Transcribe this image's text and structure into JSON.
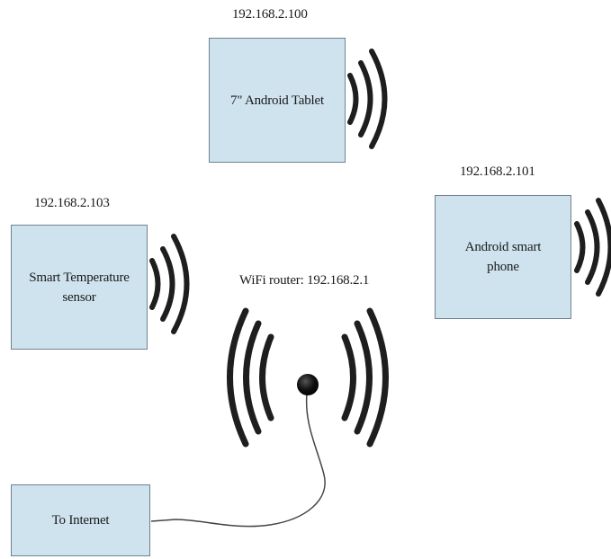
{
  "devices": {
    "tablet": {
      "ip": "192.168.2.100",
      "label": "7\" Android Tablet"
    },
    "phone": {
      "ip": "192.168.2.101",
      "label_line1": "Android smart",
      "label_line2": "phone"
    },
    "sensor": {
      "ip": "192.168.2.103",
      "label_line1": "Smart Temperature",
      "label_line2": "sensor"
    },
    "router": {
      "label": "WiFi router: 192.168.2.1"
    },
    "internet": {
      "label": "To Internet"
    }
  },
  "colors": {
    "box_fill": "#cfe3ef",
    "box_border": "#6f8190",
    "signal": "#1e1e1e"
  },
  "icons": [
    "wifi-signal-icon",
    "router-antenna-icon",
    "cable-icon"
  ]
}
